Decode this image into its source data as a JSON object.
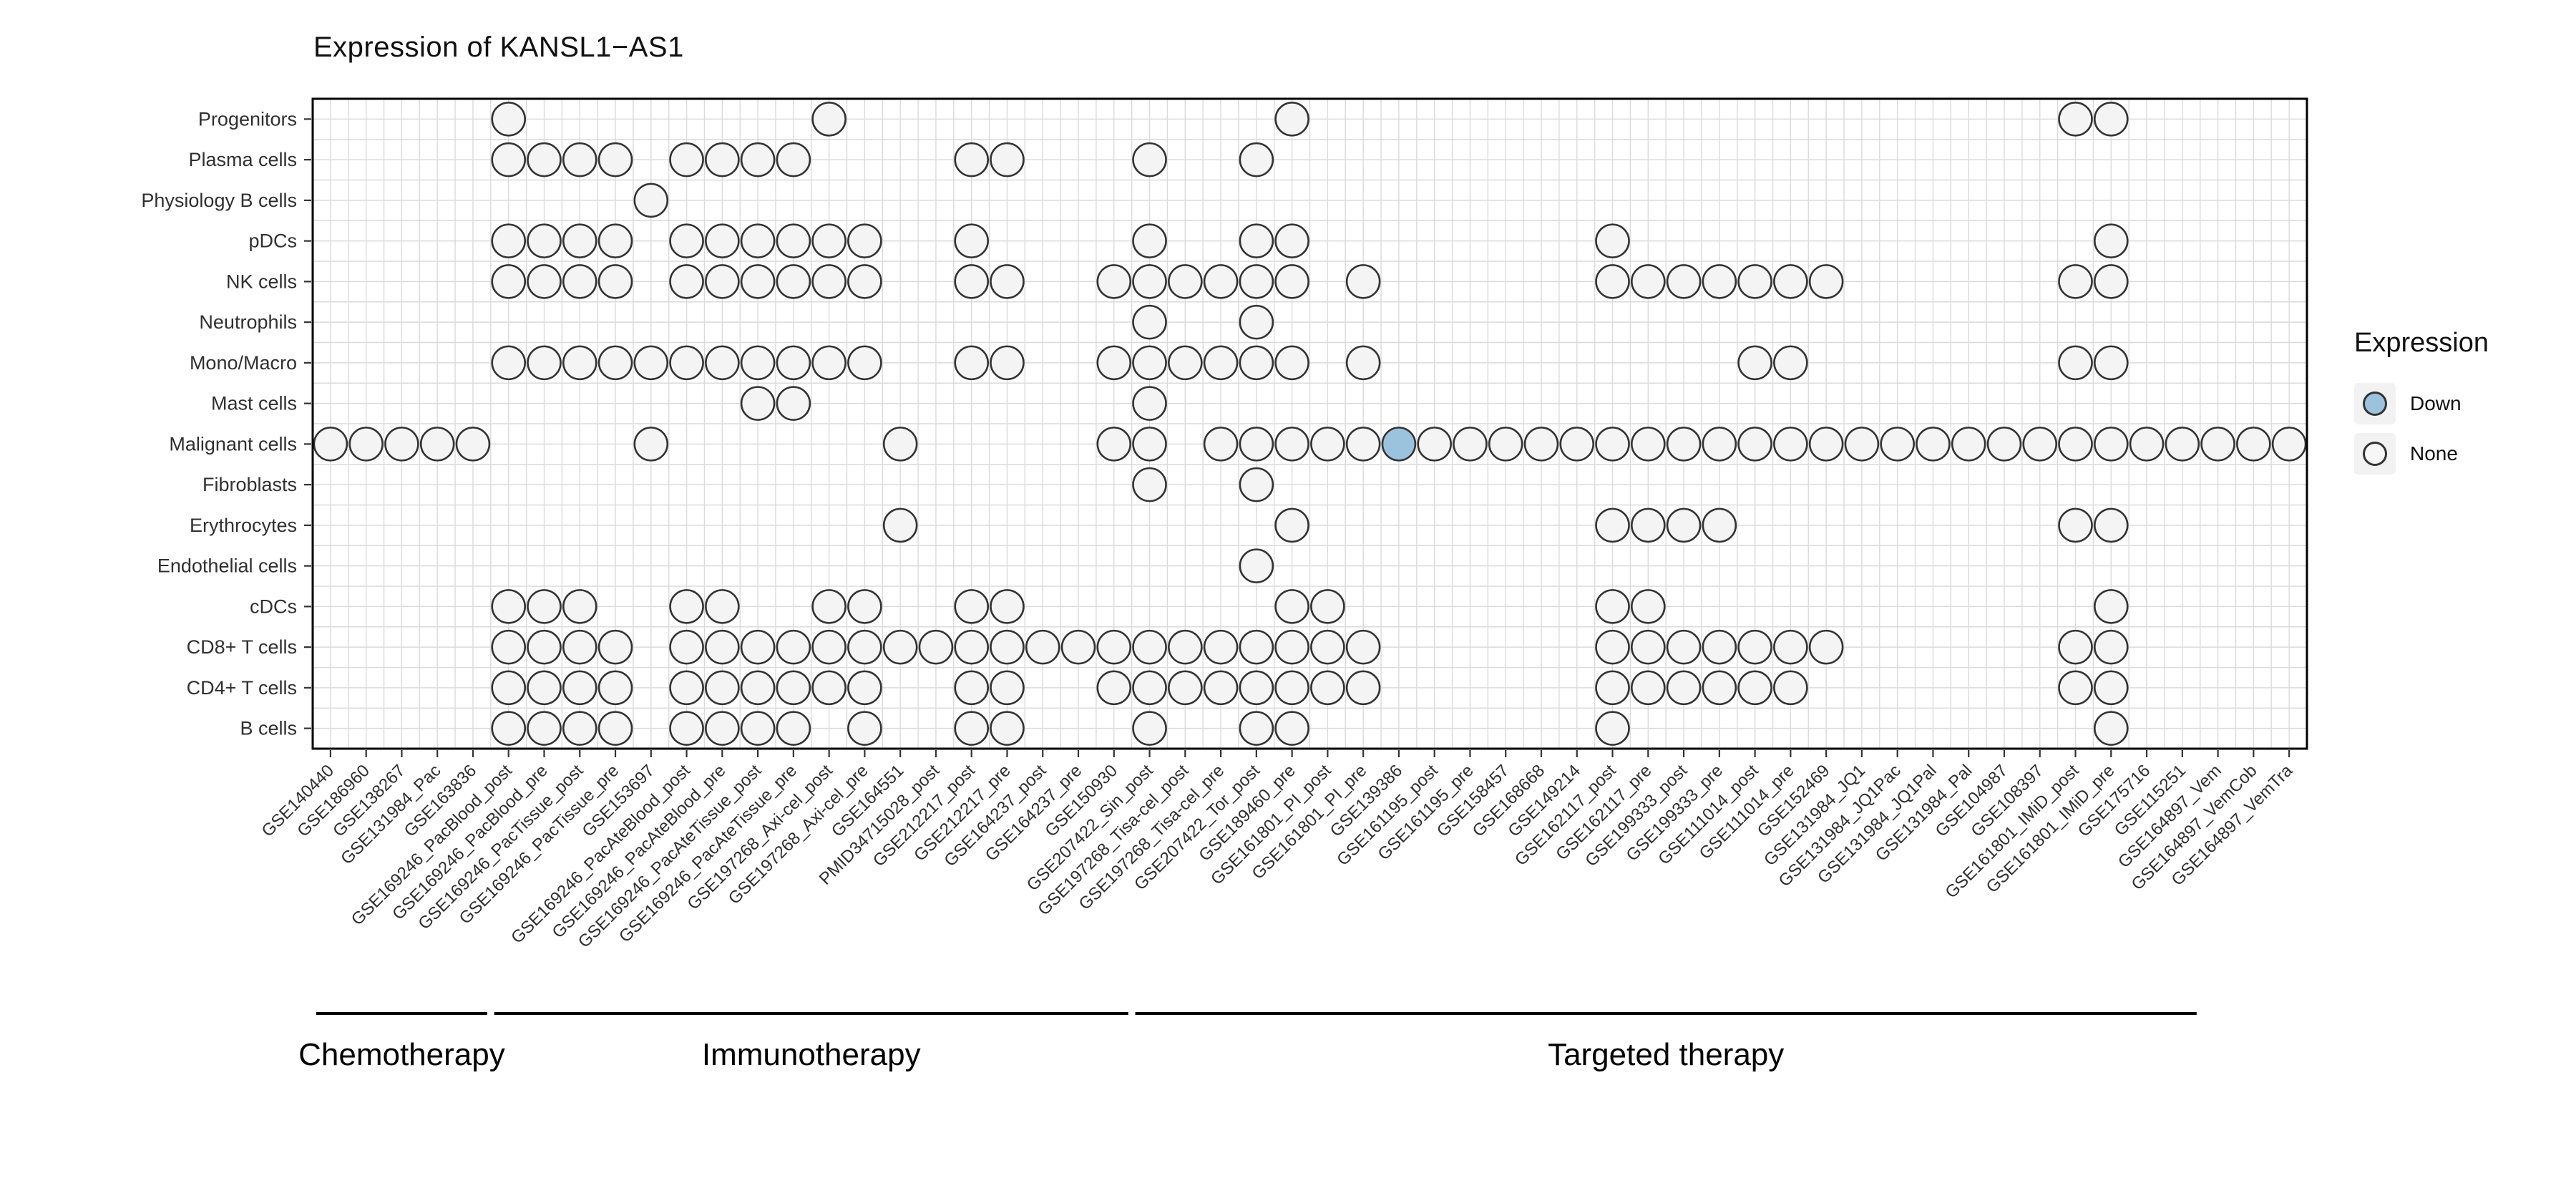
{
  "title": "Expression of KANSL1−AS1",
  "legend": {
    "title": "Expression",
    "items": [
      {
        "label": "Down",
        "color": "#9CC3DE"
      },
      {
        "label": "None",
        "color": "#F7F7F7"
      }
    ]
  },
  "chart_data": {
    "type": "scatter",
    "subtype": "dot-matrix",
    "title": "Expression of KANSL1−AS1",
    "xlabel": "",
    "ylabel": "",
    "grid": true,
    "legend_position": "right",
    "x_categories": [
      "GSE140440",
      "GSE186960",
      "GSE138267",
      "GSE131984_Pac",
      "GSE163836",
      "GSE169246_PacBlood_post",
      "GSE169246_PacBlood_pre",
      "GSE169246_PacTissue_post",
      "GSE169246_PacTissue_pre",
      "GSE153697",
      "GSE169246_PacAteBlood_post",
      "GSE169246_PacAteBlood_pre",
      "GSE169246_PacAteTissue_post",
      "GSE169246_PacAteTissue_pre",
      "GSE197268_Axi-cel_post",
      "GSE197268_Axi-cel_pre",
      "GSE164551",
      "PMID34715028_post",
      "GSE212217_post",
      "GSE212217_pre",
      "GSE164237_post",
      "GSE164237_pre",
      "GSE150930",
      "GSE207422_Sin_post",
      "GSE197268_Tisa-cel_post",
      "GSE197268_Tisa-cel_pre",
      "GSE207422_Tor_post",
      "GSE189460_pre",
      "GSE161801_PI_post",
      "GSE161801_PI_pre",
      "GSE139386",
      "GSE161195_post",
      "GSE161195_pre",
      "GSE158457",
      "GSE168668",
      "GSE149214",
      "GSE162117_post",
      "GSE162117_pre",
      "GSE199333_post",
      "GSE199333_pre",
      "GSE111014_post",
      "GSE111014_pre",
      "GSE152469",
      "GSE131984_JQ1",
      "GSE131984_JQ1Pac",
      "GSE131984_JQ1Pal",
      "GSE131984_Pal",
      "GSE104987",
      "GSE108397",
      "GSE161801_IMiD_post",
      "GSE161801_IMiD_pre",
      "GSE175716",
      "GSE115251",
      "GSE164897_Vem",
      "GSE164897_VemCob",
      "GSE164897_VemTra"
    ],
    "y_categories": [
      "Progenitors",
      "Plasma cells",
      "Physiology B cells",
      "pDCs",
      "NK cells",
      "Neutrophils",
      "Mono/Macro",
      "Mast cells",
      "Malignant cells",
      "Fibroblasts",
      "Erythrocytes",
      "Endothelial cells",
      "cDCs",
      "CD8+ T cells",
      "CD4+ T cells",
      "B cells"
    ],
    "dots": [
      [
        5,
        14,
        27,
        49,
        50
      ],
      [
        5,
        6,
        7,
        8,
        10,
        11,
        12,
        13,
        18,
        19,
        23,
        26
      ],
      [
        9
      ],
      [
        5,
        6,
        7,
        8,
        10,
        11,
        12,
        13,
        14,
        15,
        18,
        23,
        26,
        27,
        36,
        50
      ],
      [
        5,
        6,
        7,
        8,
        10,
        11,
        12,
        13,
        14,
        15,
        18,
        19,
        22,
        23,
        24,
        25,
        26,
        27,
        29,
        36,
        37,
        38,
        39,
        40,
        41,
        42,
        49,
        50
      ],
      [
        23,
        26
      ],
      [
        5,
        6,
        7,
        8,
        9,
        10,
        11,
        12,
        13,
        14,
        15,
        18,
        19,
        22,
        23,
        24,
        25,
        26,
        27,
        29,
        40,
        41,
        49,
        50
      ],
      [
        12,
        13,
        23
      ],
      [
        0,
        1,
        2,
        3,
        4,
        9,
        16,
        22,
        23,
        25,
        26,
        27,
        28,
        29,
        30,
        31,
        32,
        33,
        34,
        35,
        36,
        37,
        38,
        39,
        40,
        41,
        42,
        43,
        44,
        45,
        46,
        47,
        48,
        49,
        50,
        51,
        52,
        53,
        54,
        55
      ],
      [
        23,
        26
      ],
      [
        16,
        27,
        36,
        37,
        38,
        39,
        49,
        50
      ],
      [
        26
      ],
      [
        5,
        6,
        7,
        10,
        11,
        14,
        15,
        18,
        19,
        27,
        28,
        36,
        37,
        50
      ],
      [
        5,
        6,
        7,
        8,
        10,
        11,
        12,
        13,
        14,
        15,
        16,
        17,
        18,
        19,
        20,
        21,
        22,
        23,
        24,
        25,
        26,
        27,
        28,
        29,
        36,
        37,
        38,
        39,
        40,
        41,
        42,
        49,
        50
      ],
      [
        5,
        6,
        7,
        8,
        10,
        11,
        12,
        13,
        14,
        15,
        18,
        19,
        22,
        23,
        24,
        25,
        26,
        27,
        28,
        29,
        36,
        37,
        38,
        39,
        40,
        41,
        49,
        50
      ],
      [
        5,
        6,
        7,
        8,
        10,
        11,
        12,
        13,
        15,
        18,
        19,
        23,
        26,
        27,
        36,
        50
      ]
    ],
    "down_cells": [
      [
        8,
        30
      ]
    ],
    "therapy_groups": [
      {
        "label": "Chemotherapy",
        "start": 0,
        "end": 4
      },
      {
        "label": "Immunotherapy",
        "start": 5,
        "end": 22
      },
      {
        "label": "Targeted therapy",
        "start": 23,
        "end": 52
      }
    ],
    "colors": {
      "down": "#9CC3DE",
      "none": "#F4F4F4",
      "stroke": "#333333",
      "grid": "#DBDBDB",
      "panel_border": "#000000",
      "axis_text": "#303030"
    }
  }
}
